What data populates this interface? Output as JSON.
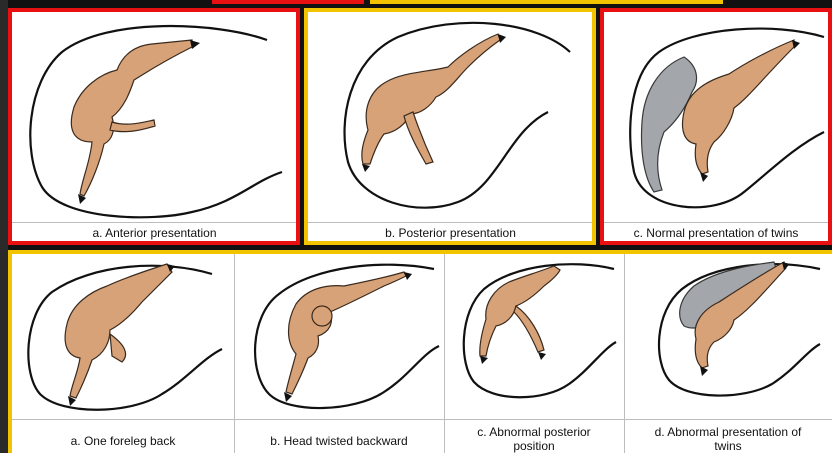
{
  "top_row": [
    {
      "caption": "a. Anterior presentation",
      "frame_color": "#e81010"
    },
    {
      "caption": "b. Posterior presentation",
      "frame_color": "#f2c400"
    },
    {
      "caption": "c. Normal presentation of twins",
      "frame_color": "#e81010"
    }
  ],
  "bottom_row": {
    "frame_color": "#f2c400",
    "items": [
      {
        "caption": "a. One foreleg back"
      },
      {
        "caption": "b. Head twisted backward"
      },
      {
        "caption_line1": "c. Abnormal posterior",
        "caption_line2": "position"
      },
      {
        "caption_line1": "d. Abnormal presentation of",
        "caption_line2": "twins"
      }
    ]
  },
  "colors": {
    "calf": "#d7a277",
    "twin_calf": "#a3a6aa",
    "highlight_red": "#e81010",
    "highlight_yellow": "#f2c400"
  }
}
